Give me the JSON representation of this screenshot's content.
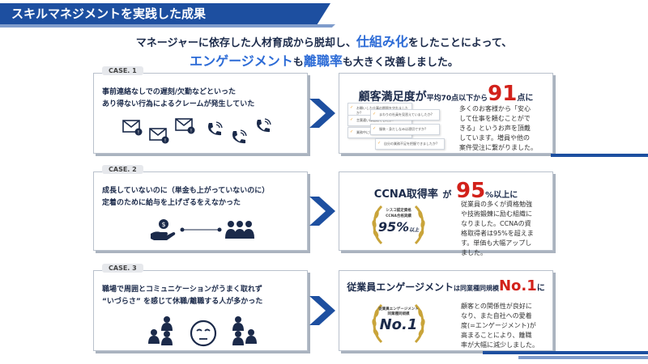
{
  "header": {
    "title": "スキルマネジメントを実践した成果"
  },
  "lead": {
    "line1_pre": "マネージャーに依存した人材育成から脱却し、",
    "line1_hl": "仕組み化",
    "line1_post": "をしたことによって、",
    "line2_hl1": "エンゲージメント",
    "line2_mid": "も",
    "line2_hl2": "離職率",
    "line2_post": "も大きく改善しました。"
  },
  "cases": [
    {
      "tag": "CASE. 1",
      "line1": "事前連絡なしでの遅刻/欠勤などといった",
      "line2": "あり得ない行為によるクレームが発生していた",
      "icons": [
        "envelope-alert-icon",
        "envelope-alert-icon",
        "envelope-icon",
        "phone-icon",
        "phone-icon",
        "phone-icon"
      ]
    },
    {
      "tag": "CASE. 2",
      "line1": "成長していないのに（単金も上がっていないのに）",
      "line2": "定着のために給与を上げざるをえなかった",
      "icons": [
        "money-hand-icon",
        "people-group-icon"
      ]
    },
    {
      "tag": "CASE. 3",
      "line1": "職場で周囲とコミュニケーションがうまく取れず",
      "line2": "“いづらさ” を感じて休職/離職する人が多かった",
      "icons": [
        "people-group-icon",
        "sad-face-icon",
        "people-group-icon"
      ]
    }
  ],
  "results": [
    {
      "head_a": "顧客満足度が",
      "head_b": "平均70点以下から",
      "head_num": "91",
      "head_c": "点に",
      "body": [
        "多くのお客様から「安心",
        "して仕事を頼むことがで",
        "きる」というお声を頂戴",
        "しています。増員や他の",
        "案件受注に繋がりました。"
      ],
      "survey_cards": [
        "お願いした仕事の期限を守れましたか?",
        "言葉遣いは適切でしたか?",
        "業務中に私語を慎みましたか?",
        "まわりの社員を見習えていましたか?",
        "服装・身だしなみは適切ですか?",
        "自分の業務不足を把握できましたか?"
      ]
    },
    {
      "head_a": "CCNA取得率",
      "head_b": "が",
      "head_num": "95",
      "head_c": "%以上に",
      "body": [
        "従業員の多くが資格勉強",
        "や技術鍛錬に励む組織に",
        "なりました。CCNAの資",
        "格取得者は95%を超えま",
        "す。単価も大幅アップし",
        "ました。"
      ],
      "badge_top": "シスコ認定資格",
      "badge_mid": "CCNA合格実績",
      "badge_num": "95%",
      "badge_suffix": "以上"
    },
    {
      "head_a": "従業員エンゲージメント",
      "head_b": "は同業種同規模",
      "head_num": "No.1",
      "head_c": "に",
      "body": [
        "顧客との関係性が良好に",
        "なり、また自社への愛着",
        "度(=エンゲージメント)が",
        "高まることにより、離職",
        "率が大幅に減少しました。"
      ],
      "badge_top": "従業員エンゲージメント",
      "badge_mid": "同業種同規模",
      "badge_num": "No.1"
    }
  ],
  "colors": {
    "brand_blue": "#1d4fa0",
    "accent_blue": "#2c6bd6",
    "highlight_red": "#d2211a",
    "gold": "#c9a43a",
    "navy_text": "#1b2a4a"
  }
}
